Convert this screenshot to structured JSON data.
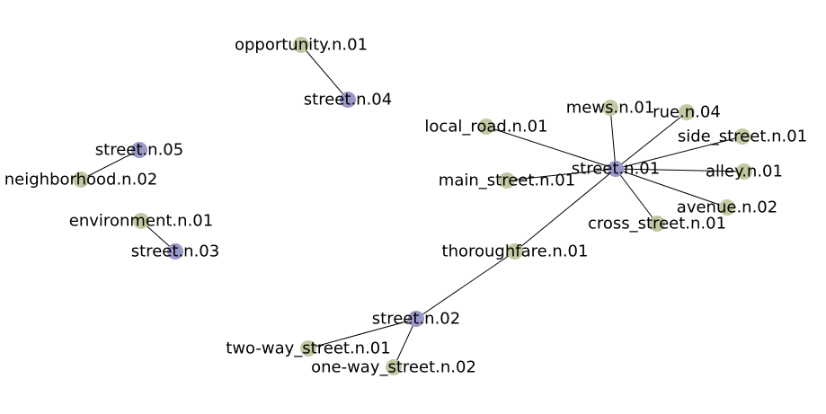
{
  "graph": {
    "colors": {
      "synset_node": "#9a98c8",
      "related_node": "#c3c8a2",
      "edge": "#000000"
    },
    "nodes": [
      {
        "id": "opportunity.n.01",
        "label": "opportunity.n.01",
        "kind": "related"
      },
      {
        "id": "street.n.04",
        "label": "street.n.04",
        "kind": "synset"
      },
      {
        "id": "street.n.05",
        "label": "street.n.05",
        "kind": "synset"
      },
      {
        "id": "neighborhood.n.02",
        "label": "neighborhood.n.02",
        "kind": "related"
      },
      {
        "id": "environment.n.01",
        "label": "environment.n.01",
        "kind": "related"
      },
      {
        "id": "street.n.03",
        "label": "street.n.03",
        "kind": "synset"
      },
      {
        "id": "local_road.n.01",
        "label": "local_road.n.01",
        "kind": "related"
      },
      {
        "id": "mews.n.01",
        "label": "mews.n.01",
        "kind": "related"
      },
      {
        "id": "rue.n.04",
        "label": "rue.n.04",
        "kind": "related"
      },
      {
        "id": "side_street.n.01",
        "label": "side_street.n.01",
        "kind": "related"
      },
      {
        "id": "street.n.01",
        "label": "street.n.01",
        "kind": "synset"
      },
      {
        "id": "main_street.n.01",
        "label": "main_street.n.01",
        "kind": "related"
      },
      {
        "id": "alley.n.01",
        "label": "alley.n.01",
        "kind": "related"
      },
      {
        "id": "avenue.n.02",
        "label": "avenue.n.02",
        "kind": "related"
      },
      {
        "id": "cross_street.n.01",
        "label": "cross_street.n.01",
        "kind": "related"
      },
      {
        "id": "thoroughfare.n.01",
        "label": "thoroughfare.n.01",
        "kind": "related"
      },
      {
        "id": "street.n.02",
        "label": "street.n.02",
        "kind": "synset"
      },
      {
        "id": "two-way_street.n.01",
        "label": "two-way_street.n.01",
        "kind": "related"
      },
      {
        "id": "one-way_street.n.02",
        "label": "one-way_street.n.02",
        "kind": "related"
      }
    ],
    "edges": [
      [
        "opportunity.n.01",
        "street.n.04"
      ],
      [
        "street.n.05",
        "neighborhood.n.02"
      ],
      [
        "environment.n.01",
        "street.n.03"
      ],
      [
        "street.n.01",
        "local_road.n.01"
      ],
      [
        "street.n.01",
        "mews.n.01"
      ],
      [
        "street.n.01",
        "rue.n.04"
      ],
      [
        "street.n.01",
        "side_street.n.01"
      ],
      [
        "street.n.01",
        "main_street.n.01"
      ],
      [
        "street.n.01",
        "alley.n.01"
      ],
      [
        "street.n.01",
        "avenue.n.02"
      ],
      [
        "street.n.01",
        "cross_street.n.01"
      ],
      [
        "street.n.01",
        "thoroughfare.n.01"
      ],
      [
        "thoroughfare.n.01",
        "street.n.02"
      ],
      [
        "street.n.02",
        "two-way_street.n.01"
      ],
      [
        "street.n.02",
        "one-way_street.n.02"
      ]
    ]
  }
}
